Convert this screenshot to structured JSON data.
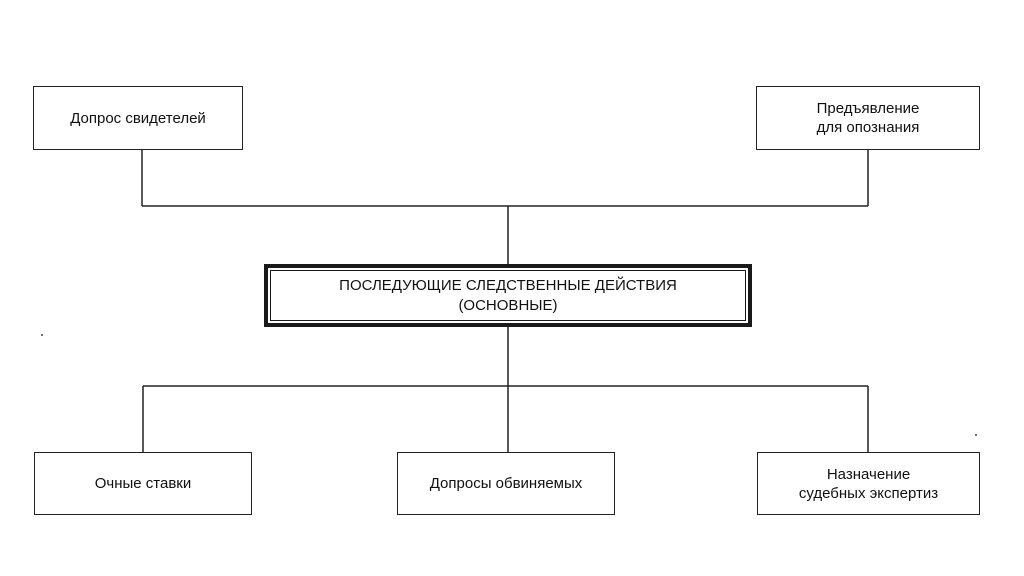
{
  "diagram": {
    "center": {
      "line1": "ПОСЛЕДУЮЩИЕ СЛЕДСТВЕННЫЕ ДЕЙСТВИЯ",
      "line2": "(ОСНОВНЫЕ)"
    },
    "top_left": {
      "line1": "Допрос свидетелей"
    },
    "top_right": {
      "line1": "Предъявление",
      "line2": "для опознания"
    },
    "bottom_left": {
      "line1": "Очные ставки"
    },
    "bottom_middle": {
      "line1": "Допросы обвиняемых"
    },
    "bottom_right": {
      "line1": "Назначение",
      "line2": "судебных экспертиз"
    }
  }
}
